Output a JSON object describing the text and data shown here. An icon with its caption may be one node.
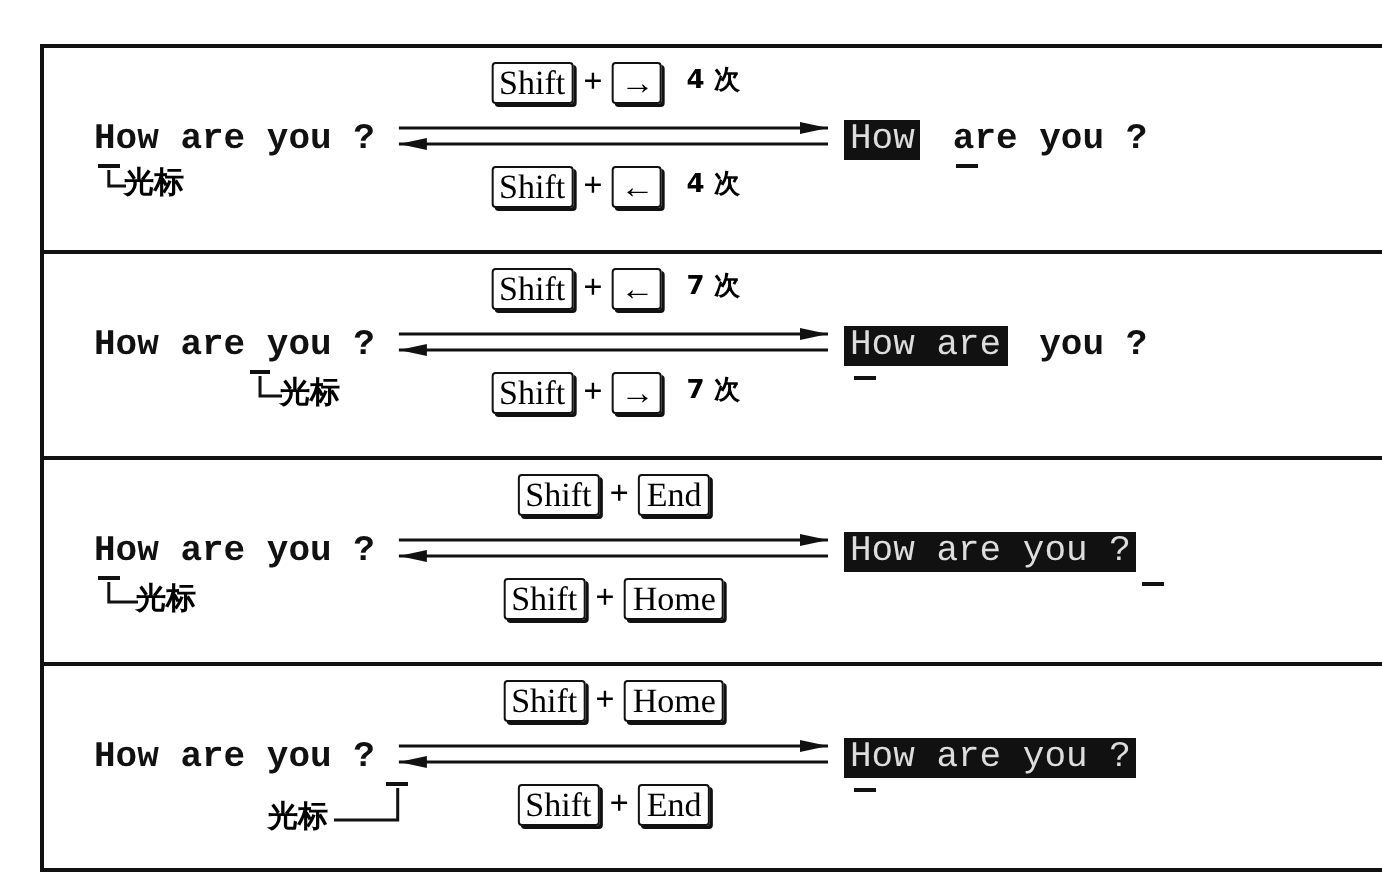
{
  "diagram": {
    "nodes": [
      {
        "text": [],
        "shape": "box"
      },
      {
        "text": [
          "How are you ?"
        ],
        "in": 0
      },
      {
        "text": [
          "光标"
        ],
        "in": 0
      },
      {
        "text": [
          "How",
          "are you ?"
        ],
        "in": 0
      },
      {
        "text": [],
        "shape": "box"
      },
      {
        "text": [
          "How are you ?"
        ],
        "in": 4
      },
      {
        "text": [
          "光标"
        ],
        "in": 4
      },
      {
        "text": [
          "How are",
          "you ?"
        ],
        "in": 4
      },
      {
        "text": [],
        "shape": "box"
      },
      {
        "text": [
          "How are you ?"
        ],
        "in": 8
      },
      {
        "text": [
          "光标"
        ],
        "in": 8
      },
      {
        "text": [
          "How are you ?"
        ],
        "in": 8
      },
      {
        "text": [],
        "shape": "box"
      },
      {
        "text": [
          "How are you ?"
        ],
        "in": 12
      },
      {
        "text": [
          "光标"
        ],
        "in": 12
      },
      {
        "text": [
          "How are you ?"
        ],
        "in": 12
      }
    ],
    "edges": [
      {
        "from": 1,
        "to": 3,
        "arrow": "to",
        "label": "Shift + → 4 次"
      },
      {
        "from": 3,
        "to": 1,
        "arrow": "to",
        "label": "Shift + ← 4 次"
      },
      {
        "from": 2,
        "to": 1,
        "arrow": "none"
      },
      {
        "from": 5,
        "to": 7,
        "arrow": "to",
        "label": "Shift + ← 7 次"
      },
      {
        "from": 7,
        "to": 5,
        "arrow": "to",
        "label": "Shift + → 7 次"
      },
      {
        "from": 6,
        "to": 5,
        "arrow": "none"
      },
      {
        "from": 9,
        "to": 11,
        "arrow": "to",
        "label": "Shift + End"
      },
      {
        "from": 11,
        "to": 9,
        "arrow": "to",
        "label": "Shift + Home"
      },
      {
        "from": 10,
        "to": 9,
        "arrow": "none"
      },
      {
        "from": 13,
        "to": 15,
        "arrow": "to",
        "label": "Shift + Home"
      },
      {
        "from": 15,
        "to": 13,
        "arrow": "to",
        "label": "Shift + End"
      },
      {
        "from": 14,
        "to": 13,
        "arrow": "none"
      }
    ]
  }
}
